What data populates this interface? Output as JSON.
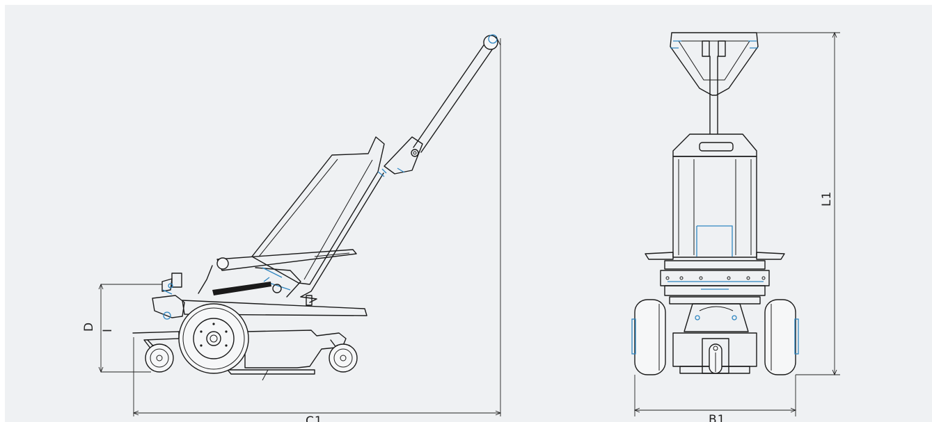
{
  "diagram": {
    "side_view": {
      "dimension_labels": {
        "length": "C1",
        "height": "D",
        "height_secondary": "I"
      }
    },
    "front_view": {
      "dimension_labels": {
        "width": "B1",
        "height": "L1"
      }
    },
    "colors": {
      "background": "#eff1f3",
      "line": "#1a1a1a",
      "accent": "#2e86c1"
    }
  }
}
